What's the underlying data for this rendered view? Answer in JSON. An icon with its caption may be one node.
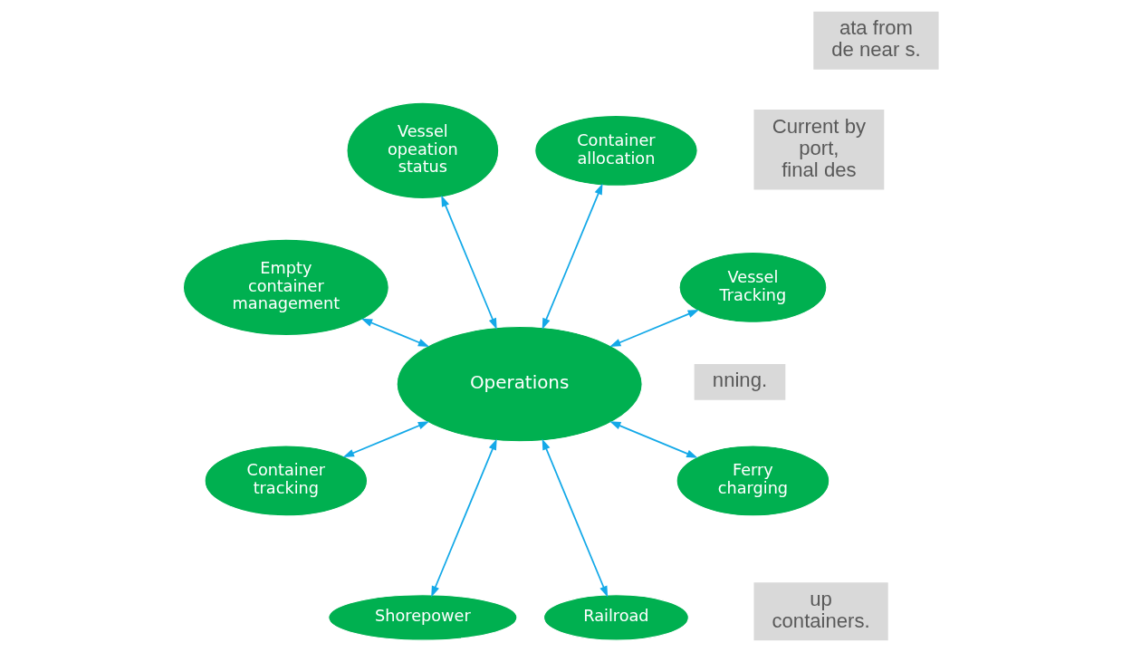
{
  "diagram": {
    "nodes": [
      {
        "text": [
          "Vessel Tracking"
        ]
      },
      {
        "text": [
          "Container allocation"
        ]
      },
      {
        "text": [
          "Vessel opeation status"
        ]
      },
      {
        "text": [
          "Empty container management"
        ]
      },
      {
        "text": [
          "Operations"
        ]
      },
      {
        "text": [
          "Container tracking"
        ]
      },
      {
        "text": [
          "Shorepower"
        ]
      },
      {
        "text": [
          "Railroad"
        ]
      },
      {
        "text": [
          "Ferry charging"
        ]
      }
    ],
    "edges": [
      {
        "from": 4,
        "to": 0,
        "arrow": "both"
      },
      {
        "from": 4,
        "to": 1,
        "arrow": "both"
      },
      {
        "from": 4,
        "to": 2,
        "arrow": "both"
      },
      {
        "from": 4,
        "to": 3,
        "arrow": "both"
      },
      {
        "from": 4,
        "to": 5,
        "arrow": "both"
      },
      {
        "from": 4,
        "to": 6,
        "arrow": "both"
      },
      {
        "from": 4,
        "to": 7,
        "arrow": "both"
      },
      {
        "from": 4,
        "to": 8,
        "arrow": "both"
      }
    ],
    "labels": [
      "nning.",
      "up containers.",
      "Current by port, final des",
      "ata from de near s."
    ]
  }
}
